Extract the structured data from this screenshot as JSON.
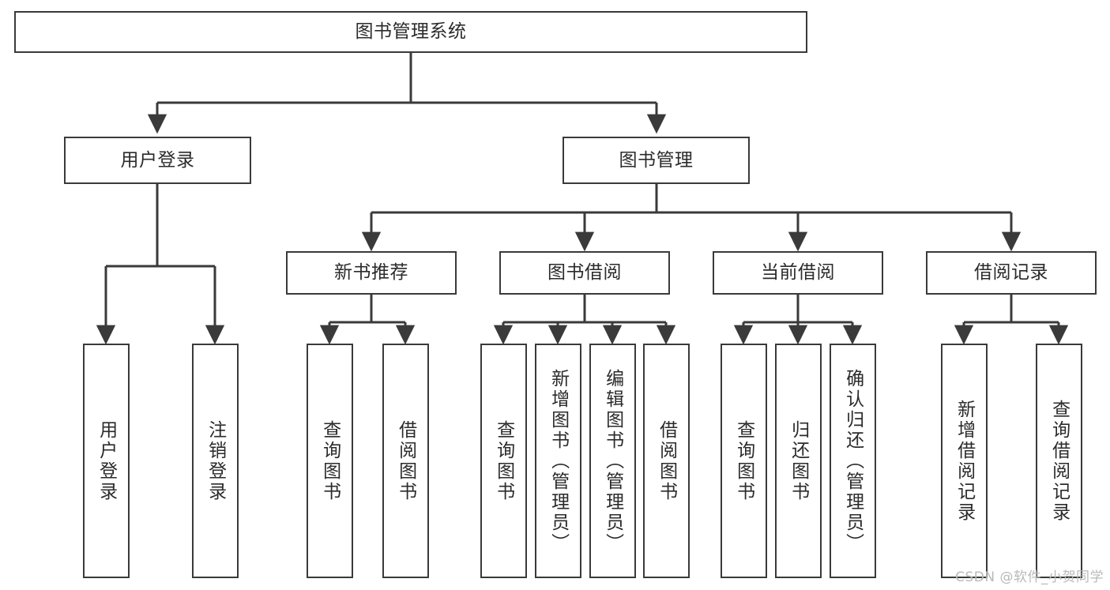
{
  "diagram": {
    "title": "图书管理系统",
    "type": "tree-hierarchy-chart",
    "root": {
      "label": "图书管理系统"
    },
    "level2": [
      {
        "label": "用户登录"
      },
      {
        "label": "图书管理"
      }
    ],
    "level3": [
      {
        "label": "新书推荐"
      },
      {
        "label": "图书借阅"
      },
      {
        "label": "当前借阅"
      },
      {
        "label": "借阅记录"
      }
    ],
    "leaves": [
      {
        "label": "用户登录"
      },
      {
        "label": "注销登录"
      },
      {
        "label": "查询图书"
      },
      {
        "label": "借阅图书"
      },
      {
        "label": "查询图书"
      },
      {
        "label": "新增图书（管理员）"
      },
      {
        "label": "编辑图书（管理员）"
      },
      {
        "label": "借阅图书"
      },
      {
        "label": "查询图书"
      },
      {
        "label": "归还图书"
      },
      {
        "label": "确认归还（管理员）"
      },
      {
        "label": "新增借阅记录"
      },
      {
        "label": "查询借阅记录"
      }
    ],
    "watermark": "CSDN @软件_小贺同学",
    "colors": {
      "stroke": "#3a3a3a",
      "fill": "#ffffff",
      "text": "#2b2b2b",
      "watermark": "#b9b9b9"
    }
  }
}
